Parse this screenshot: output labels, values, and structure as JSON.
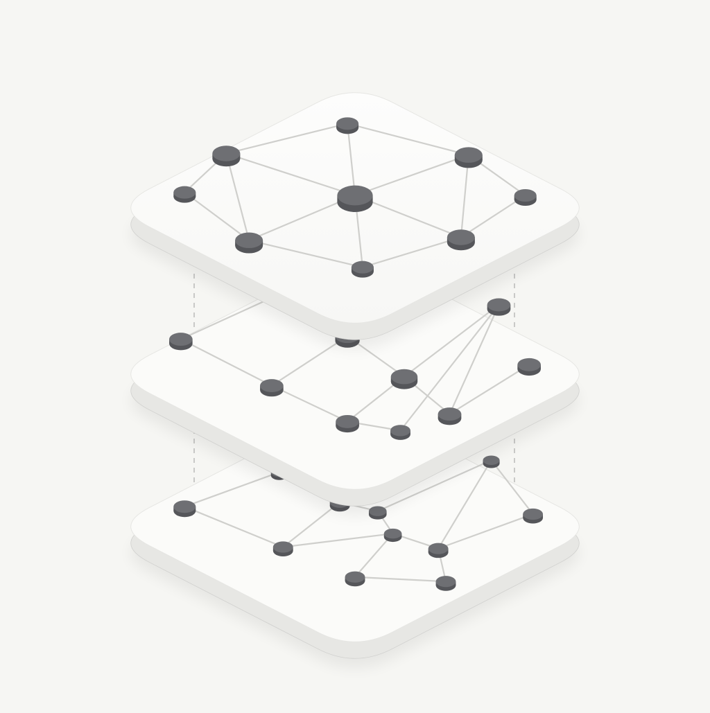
{
  "colors": {
    "background": "#f6f6f3",
    "plate_top": "#fbfbf9",
    "plate_side": "#e7e7e4",
    "plate_side_dark": "#dcdcd9",
    "edge": "#d0d0ce",
    "node_top": "#6e6f73",
    "node_side": "#55565a",
    "connector": "#c9c9c7"
  },
  "layers": [
    {
      "id": "top",
      "nodes": [
        [
          0.48,
          0.02
        ],
        [
          0.16,
          0.22
        ],
        [
          0.8,
          0.23
        ],
        [
          0.5,
          0.5
        ],
        [
          0.05,
          0.48
        ],
        [
          0.95,
          0.5
        ],
        [
          0.22,
          0.8
        ],
        [
          0.78,
          0.78
        ],
        [
          0.52,
          0.98
        ]
      ],
      "sizes": [
        1,
        1.25,
        1.25,
        1.6,
        1,
        1,
        1.25,
        1.25,
        1
      ],
      "edges": [
        [
          0,
          1
        ],
        [
          0,
          2
        ],
        [
          0,
          3
        ],
        [
          1,
          3
        ],
        [
          2,
          3
        ],
        [
          1,
          4
        ],
        [
          1,
          6
        ],
        [
          2,
          5
        ],
        [
          2,
          7
        ],
        [
          3,
          8
        ],
        [
          4,
          6
        ],
        [
          6,
          8
        ],
        [
          8,
          7
        ],
        [
          7,
          5
        ],
        [
          3,
          6
        ],
        [
          3,
          7
        ]
      ]
    },
    {
      "id": "middle",
      "nodes": [
        [
          0.3,
          0.05
        ],
        [
          0.04,
          0.35
        ],
        [
          0.48,
          0.33
        ],
        [
          0.88,
          0.12
        ],
        [
          0.96,
          0.52
        ],
        [
          0.63,
          0.6
        ],
        [
          0.28,
          0.66
        ],
        [
          0.48,
          0.9
        ],
        [
          0.75,
          0.85
        ],
        [
          0.62,
          0.96
        ]
      ],
      "sizes": [
        1.05,
        1.05,
        1.1,
        1.05,
        1.05,
        1.2,
        1.05,
        1.05,
        1.05,
        0.9
      ],
      "edges": [
        [
          0,
          1
        ],
        [
          0,
          2
        ],
        [
          1,
          6
        ],
        [
          2,
          6
        ],
        [
          2,
          5
        ],
        [
          3,
          5
        ],
        [
          3,
          8
        ],
        [
          4,
          8
        ],
        [
          5,
          8
        ],
        [
          6,
          7
        ],
        [
          7,
          9
        ],
        [
          5,
          7
        ],
        [
          3,
          9
        ]
      ]
    },
    {
      "id": "bottom",
      "nodes": [
        [
          0.05,
          0.45
        ],
        [
          0.3,
          0.22
        ],
        [
          0.46,
          0.42
        ],
        [
          0.86,
          0.14
        ],
        [
          0.97,
          0.5
        ],
        [
          0.72,
          0.73
        ],
        [
          0.31,
          0.72
        ],
        [
          0.6,
          0.63
        ],
        [
          0.5,
          0.92
        ],
        [
          0.74,
          0.95
        ],
        [
          0.56,
          0.48
        ]
      ],
      "sizes": [
        1,
        0.75,
        0.9,
        0.75,
        0.9,
        0.9,
        0.9,
        0.8,
        0.9,
        0.9,
        0.8
      ],
      "edges": [
        [
          0,
          1
        ],
        [
          1,
          2
        ],
        [
          0,
          6
        ],
        [
          2,
          6
        ],
        [
          2,
          10
        ],
        [
          10,
          7
        ],
        [
          3,
          4
        ],
        [
          3,
          5
        ],
        [
          4,
          5
        ],
        [
          6,
          7
        ],
        [
          7,
          8
        ],
        [
          8,
          9
        ],
        [
          9,
          5
        ],
        [
          5,
          7
        ],
        [
          3,
          10
        ]
      ]
    }
  ]
}
